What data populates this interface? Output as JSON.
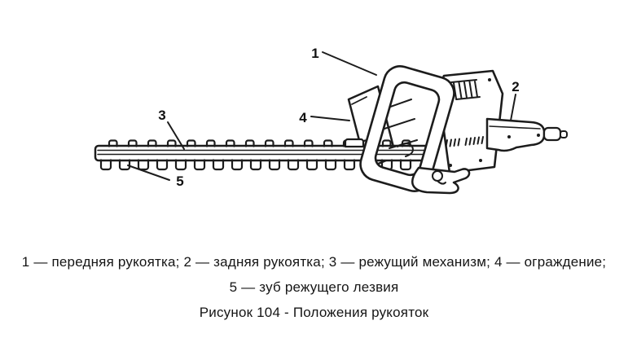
{
  "figure": {
    "callouts": {
      "front_handle": "1",
      "rear_handle": "2",
      "cutting_mechanism": "3",
      "guard": "4",
      "blade_tooth": "5"
    },
    "caption": {
      "line1": "1 — передняя рукоятка; 2 — задняя рукоятка; 3 — режущий механизм; 4 — ограждение;",
      "line2": "5 — зуб режущего лезвия",
      "line3": "Рисунок 104 - Положения рукояток"
    },
    "legend": [
      {
        "num": "1",
        "label": "передняя рукоятка"
      },
      {
        "num": "2",
        "label": "задняя рукоятка"
      },
      {
        "num": "3",
        "label": "режущий механизм"
      },
      {
        "num": "4",
        "label": "ограждение"
      },
      {
        "num": "5",
        "label": "зуб режущего лезвия"
      }
    ],
    "colors": {
      "ink": "#1c1c1c",
      "background": "#ffffff"
    }
  }
}
